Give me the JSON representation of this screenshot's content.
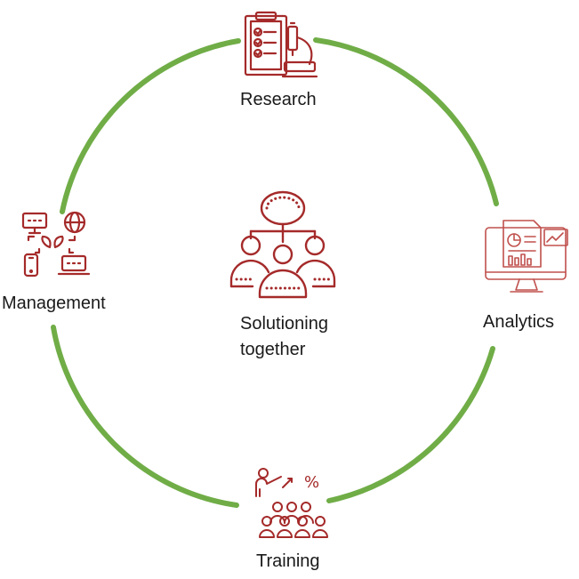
{
  "diagram": {
    "center": {
      "lines": [
        "Solutioning",
        "together"
      ]
    },
    "nodes": [
      {
        "id": "research",
        "label": "Research",
        "icon": "clipboard-microscope-icon"
      },
      {
        "id": "analytics",
        "label": "Analytics",
        "icon": "monitor-dashboard-icon"
      },
      {
        "id": "training",
        "label": "Training",
        "icon": "presenter-audience-icon"
      },
      {
        "id": "management",
        "label": "Management",
        "icon": "devices-network-icon"
      }
    ],
    "center_icon": "team-hierarchy-icon"
  },
  "colors": {
    "ring": "#70ad47",
    "icon": "#a52a2a",
    "icon_light": "#c0504d",
    "text": "#1a1a1a"
  }
}
